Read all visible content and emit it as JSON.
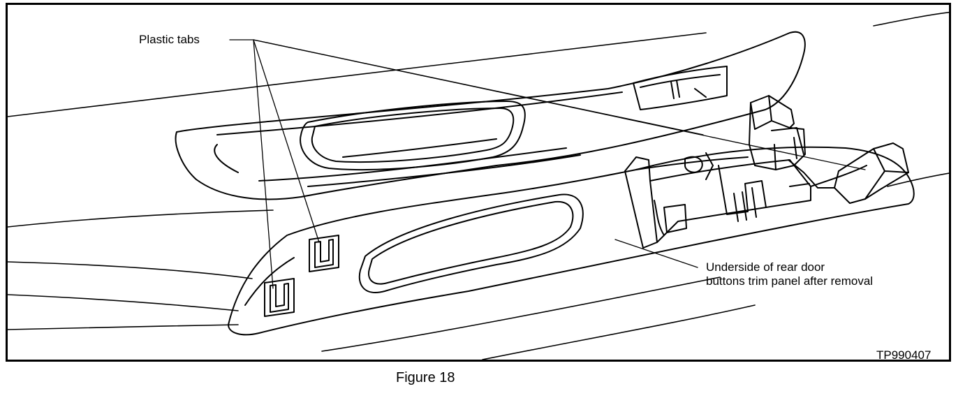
{
  "labels": {
    "plastic_tabs": "Plastic tabs",
    "underside_line1": "Underside of rear door",
    "underside_line2": "buttons trim panel after removal",
    "figure_code": "TP990407"
  },
  "caption": "Figure 18"
}
